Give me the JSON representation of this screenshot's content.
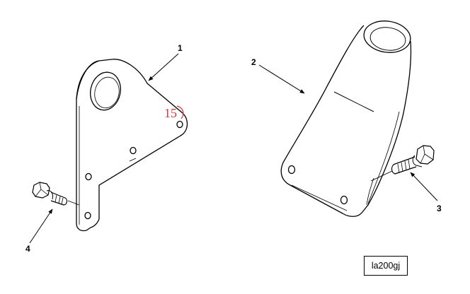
{
  "callouts": {
    "c1": "1",
    "c2": "2",
    "c3": "3",
    "c4": "4"
  },
  "stamp_mark": "15",
  "reference_id": "la200gj",
  "colors": {
    "line": "#000000",
    "stamp": "#d23a3a",
    "background": "#ffffff"
  }
}
